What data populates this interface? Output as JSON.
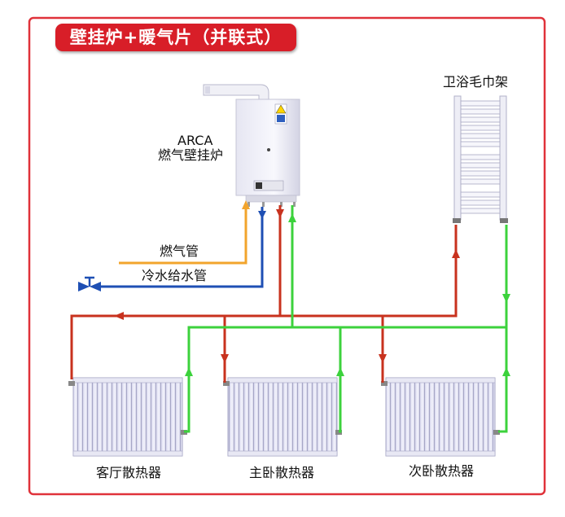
{
  "title": "壁挂炉+暖气片（并联式）",
  "boiler": {
    "brand": "ARCA",
    "name": "燃气壁挂炉"
  },
  "towel_rack": {
    "label": "卫浴毛巾架"
  },
  "pipes": {
    "gas": "燃气管",
    "cold_water": "冷水给水管"
  },
  "radiators": [
    {
      "label": "客厅散热器"
    },
    {
      "label": "主卧散热器"
    },
    {
      "label": "次卧散热器"
    }
  ],
  "colors": {
    "frame": "#e0323a",
    "banner": "#d81e28",
    "hot_pipe": "#c8321e",
    "return_pipe": "#3cd23c",
    "cold_pipe": "#1e4fb4",
    "gas_pipe": "#f2a42c"
  }
}
